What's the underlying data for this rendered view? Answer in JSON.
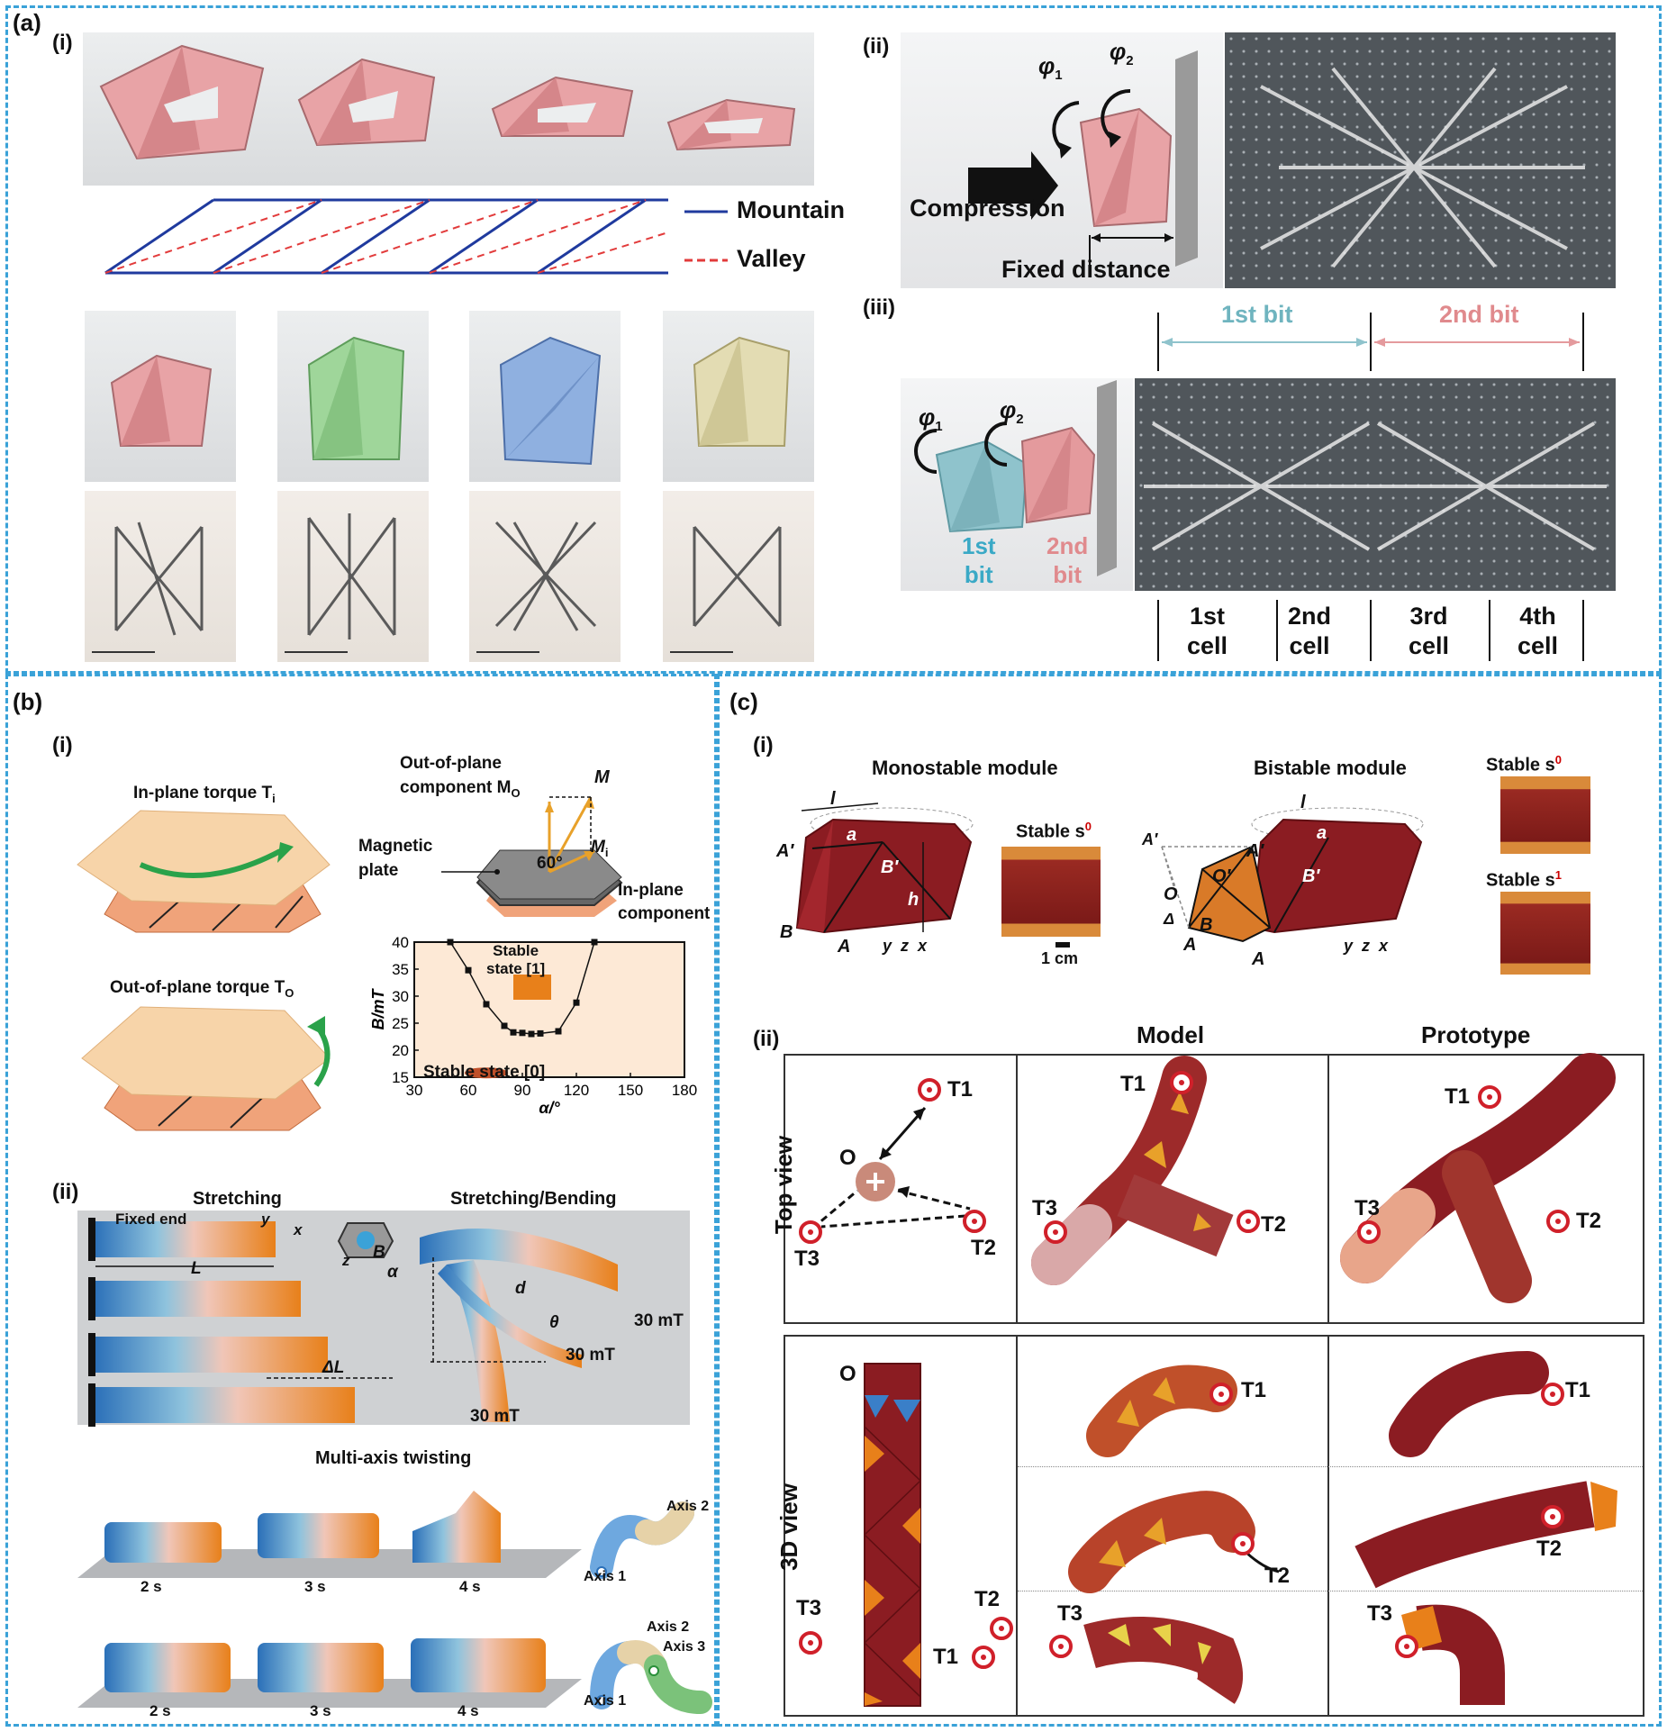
{
  "colors": {
    "panel_border": "#3aa2d8",
    "origami_pink": "#e8a3a6",
    "origami_red": "#8b1c22",
    "origami_orange": "#e8803a",
    "bit1": "#8fc3cc",
    "bit2": "#e49a9d"
  },
  "panel_a": {
    "label": "(a)",
    "i": {
      "label": "(i)",
      "legend_mountain": "Mountain",
      "legend_valley": "Valley"
    },
    "ii": {
      "label": "(ii)",
      "phi1": "φ",
      "phi1_sub": "1",
      "phi2": "φ",
      "phi2_sub": "2",
      "compression": "Compression",
      "fixed_distance": "Fixed distance"
    },
    "iii": {
      "label": "(iii)",
      "phi1": "φ",
      "phi1_sub": "1",
      "phi2": "φ",
      "phi2_sub": "2",
      "bit1_top": "1st bit",
      "bit2_top": "2nd bit",
      "bit1_line1": "1st",
      "bit1_line2": "bit",
      "bit2_line1": "2nd",
      "bit2_line2": "bit",
      "cells": [
        {
          "l1": "1st",
          "l2": "cell"
        },
        {
          "l1": "2nd",
          "l2": "cell"
        },
        {
          "l1": "3rd",
          "l2": "cell"
        },
        {
          "l1": "4th",
          "l2": "cell"
        }
      ]
    }
  },
  "panel_b": {
    "label": "(b)",
    "i": {
      "label": "(i)",
      "in_plane_torque": "In-plane torque T",
      "in_plane_torque_sub": "i",
      "out_plane_torque": "Out-of-plane torque T",
      "out_plane_torque_sub": "O",
      "out_component_l1": "Out-of-plane",
      "out_component_l2": "component M",
      "out_component_sub": "O",
      "M": "M",
      "Mi": "M",
      "Mi_sub": "i",
      "angle": "60°",
      "magnetic_plate_l1": "Magnetic",
      "magnetic_plate_l2": "plate",
      "in_component_l1": "In-plane",
      "in_component_l2": "component"
    },
    "ii": {
      "label": "(ii)",
      "stretching": "Stretching",
      "stretching_bending": "Stretching/Bending",
      "fixed_end": "Fixed end",
      "L": "L",
      "dL": "ΔL",
      "d": "d",
      "theta": "θ",
      "field_30a": "30 mT",
      "field_30b": "30 mT",
      "field_30c": "30 mT",
      "B": "B",
      "alpha": "α",
      "x": "x",
      "y": "y",
      "z": "z",
      "multi_axis": "Multi-axis twisting",
      "times_row1": [
        "2 s",
        "3 s",
        "4 s"
      ],
      "times_row2": [
        "2 s",
        "3 s",
        "4 s"
      ],
      "axis1": "Axis 1",
      "axis2": "Axis 2",
      "axis1b": "Axis 1",
      "axis2b": "Axis 2",
      "axis3": "Axis 3"
    }
  },
  "chart_data": {
    "type": "scatter",
    "xlabel": "α/°",
    "ylabel": "B/mT",
    "xlim": [
      30,
      180
    ],
    "ylim": [
      15,
      40
    ],
    "xticks": [
      30,
      60,
      90,
      120,
      150,
      180
    ],
    "yticks": [
      15,
      20,
      25,
      30,
      35,
      40
    ],
    "x": [
      50,
      60,
      70,
      80,
      85,
      90,
      95,
      100,
      110,
      120,
      130
    ],
    "y": [
      40,
      34.8,
      28.5,
      24.5,
      23.3,
      23.2,
      23.0,
      23.1,
      23.5,
      28.8,
      40
    ],
    "annotations": [
      {
        "text_l1": "Stable",
        "text_l2": "state [1]"
      },
      {
        "text": "Stable state [0]"
      }
    ]
  },
  "panel_c": {
    "label": "(c)",
    "i": {
      "label": "(i)",
      "monostable": "Monostable module",
      "bistable": "Bistable module",
      "stable_s0": "Stable s",
      "s0_sup": "0",
      "stable_s1": "Stable s",
      "s1_sup": "1",
      "l": "l",
      "a": "a",
      "h": "h",
      "A": "A",
      "B": "B",
      "A_prime": "A′",
      "B_prime": "B′",
      "O": "O",
      "O_prime": "O′",
      "Delta": "Δ",
      "scale": "1 cm",
      "x": "x",
      "y": "y",
      "z": "z"
    },
    "ii": {
      "label": "(ii)",
      "model": "Model",
      "prototype": "Prototype",
      "top_view": "Top view",
      "view_3d": "3D view",
      "O": "O",
      "T1": "T1",
      "T2": "T2",
      "T3": "T3"
    }
  }
}
